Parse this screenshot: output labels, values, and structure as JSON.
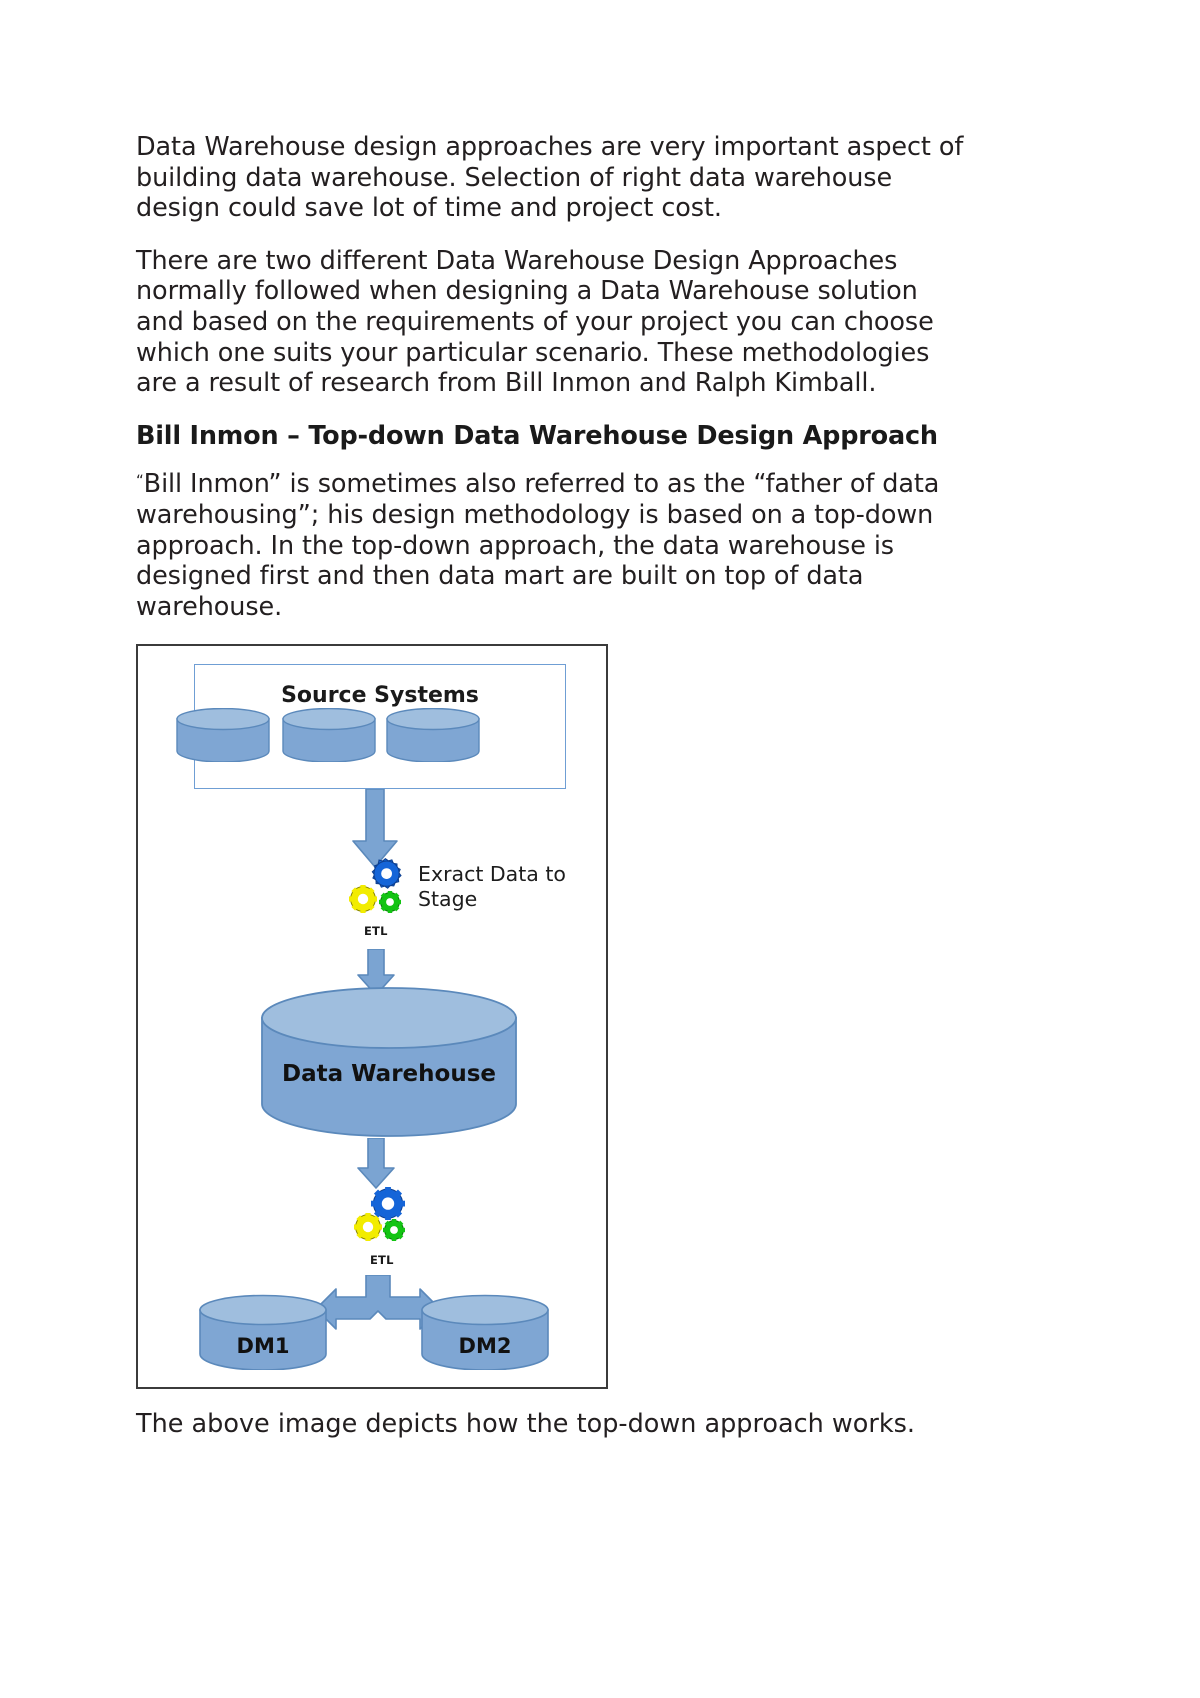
{
  "document": {
    "paragraph_1": "Data Warehouse design approaches are very important aspect of building data warehouse. Selection of right data warehouse design could save lot of time and project cost.",
    "paragraph_2": "There are two different Data Warehouse Design Approaches normally followed when designing a Data Warehouse solution and based on the requirements of your project you can choose which one suits your particular scenario. These methodologies are a result of research from Bill Inmon and Ralph Kimball.",
    "heading": "Bill Inmon – Top-down Data Warehouse Design Approach",
    "quote_mark": "“",
    "paragraph_3": "Bill Inmon” is sometimes also referred to as the “father of data warehousing”; his design methodology is based on a top-down approach. In the top-down approach, the data warehouse is designed first and then data mart are built on top of data warehouse.",
    "caption": "The above image depicts how the top-down approach works."
  },
  "diagram": {
    "source_box_title": "Source Systems",
    "source_cylinders": [
      "source-db-1",
      "source-db-2",
      "source-db-3"
    ],
    "etl_stage_label": "Exract Data to Stage",
    "etl_badge_1": "ETL",
    "warehouse_label": "Data Warehouse",
    "etl_badge_2": "ETL",
    "data_mart_1": "DM1",
    "data_mart_2": "DM2",
    "colors": {
      "cylinder_fill": "#7fa6d3",
      "cylinder_top": "#9fbede",
      "cylinder_stroke": "#5b89bb",
      "arrow_fill": "#7ba4d2",
      "arrow_stroke": "#5b89bb",
      "box_border": "#6f9ed4",
      "frame_border": "#3b3b3b",
      "gear_blue": "#1565d8",
      "gear_yellow": "#f2ec00",
      "gear_green": "#13c413"
    }
  }
}
